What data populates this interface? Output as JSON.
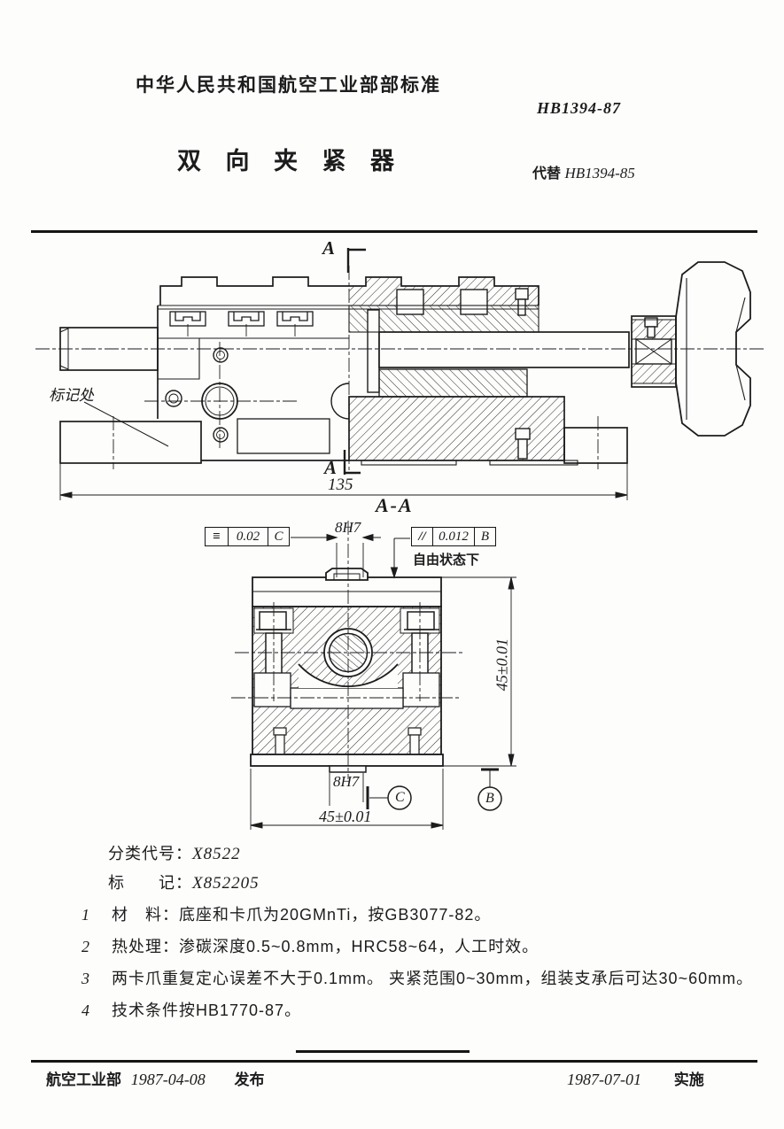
{
  "header": {
    "org_standard_line": "中华人民共和国航空工业部部标准",
    "standard_code": "HB1394-87",
    "title": "双  向  夹  紧  器",
    "replaces_label": "代替",
    "replaces_code": "HB1394-85"
  },
  "drawing_top": {
    "section_label_top": "A",
    "section_label_bottom": "A",
    "mark_location_label": "标记处",
    "dim_overall_length": "135",
    "section_view_title": "A-A"
  },
  "drawing_section": {
    "fcf_symmetry": {
      "symbol": "≡",
      "tolerance": "0.02",
      "datum": "C"
    },
    "fcf_parallelism": {
      "symbol": "//",
      "tolerance": "0.012",
      "datum": "B"
    },
    "free_state_note": "自由状态下",
    "dim_bore_top": "8H7",
    "dim_bore_bottom": "8H7",
    "dim_height_right": "45±0.01",
    "dim_width_bottom": "45±0.01",
    "datum_c": "C",
    "datum_b": "B"
  },
  "notes": {
    "classification_label": "分类代号：",
    "classification_value": "X8522",
    "marking_label": "标　　记：",
    "marking_value": "X852205",
    "items": [
      {
        "num": "1",
        "text": "材　料：底座和卡爪为20GMnTi，按GB3077-82。"
      },
      {
        "num": "2",
        "text": "热处理：渗碳深度0.5~0.8mm，HRC58~64，人工时效。"
      },
      {
        "num": "3",
        "text": "两卡爪重复定心误差不大于0.1mm。 夹紧范围0~30mm，组装支承后可达30~60mm。"
      },
      {
        "num": "4",
        "text": "技术条件按HB1770-87。"
      }
    ]
  },
  "footer": {
    "issuer": "航空工业部",
    "issue_date": "1987-04-08",
    "issue_action": "发布",
    "impl_date": "1987-07-01",
    "impl_action": "实施"
  },
  "colors": {
    "ink": "#1c1c1c",
    "paper": "#fdfdfc"
  }
}
